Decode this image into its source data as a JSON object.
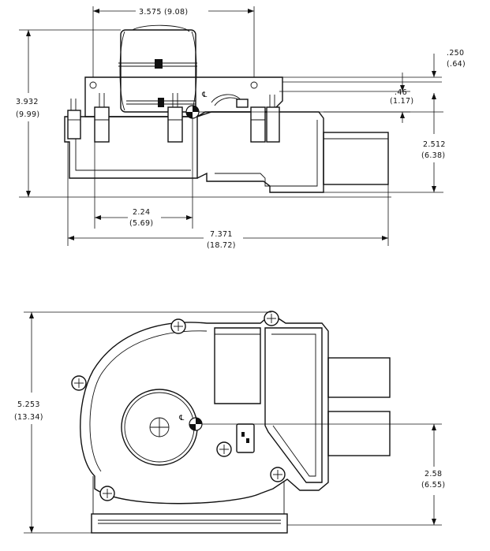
{
  "dimensions": {
    "width_top": "3.575 (9.08)",
    "height_left_in": "3.932",
    "height_left_mm": "(9.99)",
    "offset_250_in": ".250",
    "offset_250_mm": "(.64)",
    "offset_46_in": ".46",
    "offset_46_mm": "(1.17)",
    "height_2512_in": "2.512",
    "height_2512_mm": "(6.38)",
    "width_224_in": "2.24",
    "width_224_mm": "(5.69)",
    "width_7371_in": "7.371",
    "width_7371_mm": "(18.72)",
    "height_5253_in": "5.253",
    "height_5253_mm": "(13.34)",
    "height_258_in": "2.58",
    "height_258_mm": "(6.55)"
  },
  "centerline_symbol": "℄"
}
